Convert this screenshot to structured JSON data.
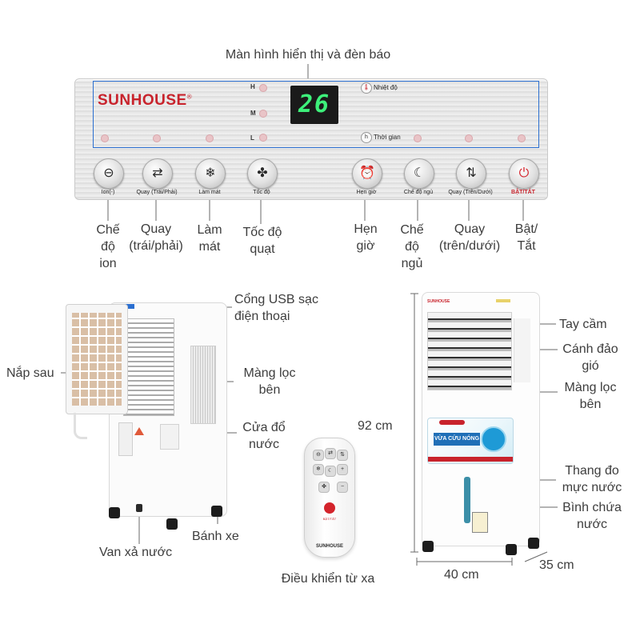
{
  "panel": {
    "header_label": "Màn hình hiển thị và đèn báo",
    "brand": "SUNHOUSE",
    "display_value": "26",
    "speed_levels": [
      "H",
      "M",
      "L"
    ],
    "indicators": {
      "temperature": "Nhiệt độ",
      "time": "Thời gian"
    },
    "buttons": [
      {
        "icon": "ion-icon",
        "glyph": "⊖",
        "caption": "Ion(-)",
        "label": "Chế\nđộ\nion"
      },
      {
        "icon": "swing-horizontal-icon",
        "glyph": "⇄",
        "caption": "Quay (Trái/Phải)",
        "label": "Quay\n(trái/phải)"
      },
      {
        "icon": "snowflake-icon",
        "glyph": "❄",
        "caption": "Làm mát",
        "label": "Làm\nmát"
      },
      {
        "icon": "fan-icon",
        "glyph": "✤",
        "caption": "Tốc độ",
        "label": "Tốc độ\nquạt"
      },
      {
        "icon": "alarm-clock-icon",
        "glyph": "⏰",
        "caption": "Hẹn giờ",
        "label": "Hẹn\ngiờ"
      },
      {
        "icon": "moon-icon",
        "glyph": "☾",
        "caption": "Chế độ ngủ",
        "label": "Chế\nđộ\nngủ"
      },
      {
        "icon": "swing-vertical-icon",
        "glyph": "⇅",
        "caption": "Quay (Trên/Dưới)",
        "label": "Quay\n(trên/dưới)"
      },
      {
        "icon": "power-icon",
        "glyph": "⏻",
        "caption": "BẬT/TẮT",
        "label": "Bật/\nTắt"
      }
    ]
  },
  "left_unit": {
    "usb_port": "Cổng USB sạc\nđiện thoại",
    "back_cover": "Nắp sau",
    "side_filter": "Màng lọc\nbên",
    "water_inlet": "Cửa đổ\nnước",
    "wheels": "Bánh xe",
    "drain_valve": "Van xả nước"
  },
  "remote": {
    "label": "Điều khiển từ xa",
    "brand": "SUNHOUSE",
    "power_text": "BẬT/TẮT"
  },
  "right_unit": {
    "brand": "SUNHOUSE",
    "sticker_text": "VỪA CỨU NÓNG",
    "handle": "Tay cầm",
    "louver": "Cánh đảo\ngió",
    "side_filter": "Màng lọc\nbên",
    "level_gauge": "Thang đo\nmực nước",
    "tank": "Bình chứa\nnước",
    "height": "92 cm",
    "width": "40 cm",
    "depth": "35 cm"
  },
  "colors": {
    "brand_red": "#c8232c",
    "frame_blue": "#2b6fd0",
    "display_green": "#3df07a",
    "leader": "#5a5a5a"
  }
}
